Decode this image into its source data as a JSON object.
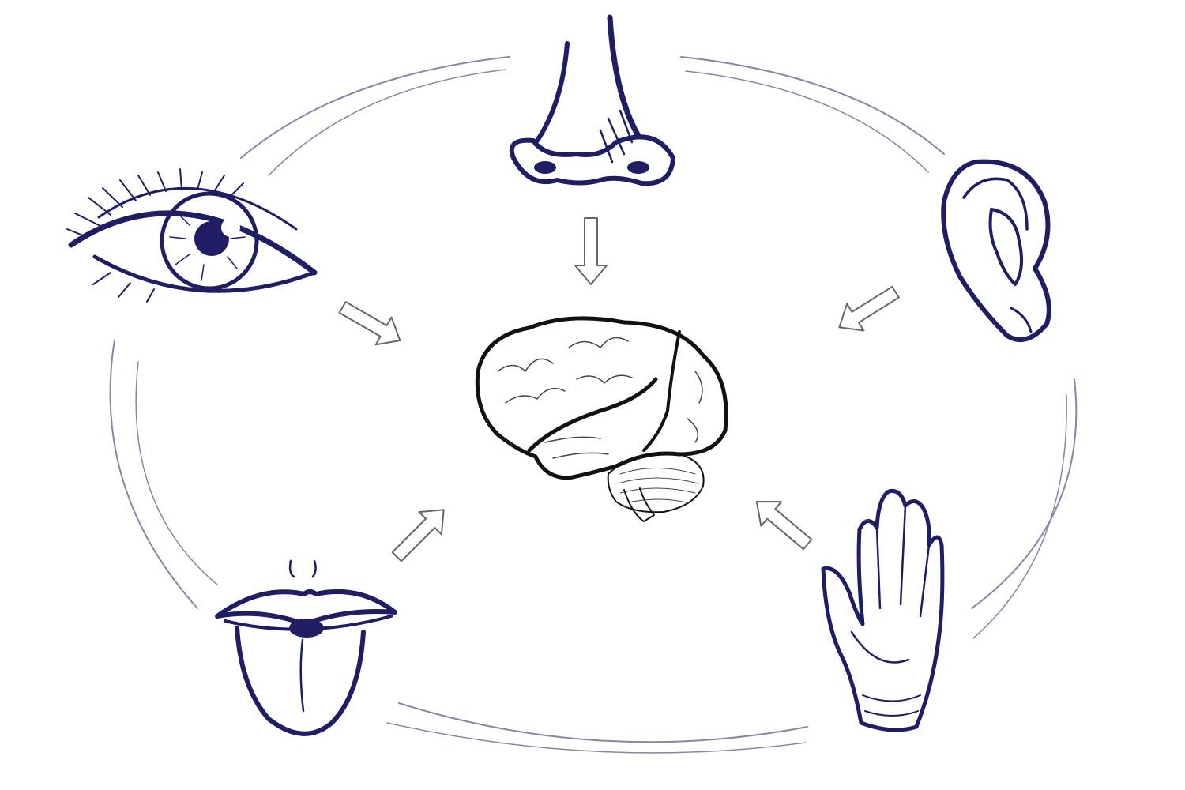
{
  "diagram": {
    "center": {
      "name": "brain"
    },
    "organs": [
      {
        "name": "eye",
        "icon": "eye-icon"
      },
      {
        "name": "nose",
        "icon": "nose-icon"
      },
      {
        "name": "ear",
        "icon": "ear-icon"
      },
      {
        "name": "tongue",
        "icon": "tongue-icon"
      },
      {
        "name": "hand",
        "icon": "hand-icon"
      }
    ],
    "colors": {
      "organ_ink": "#1f1d63",
      "ring_line": "#8886a6",
      "arrow_stroke": "#666666",
      "arrow_fill": "#ffffff",
      "brain_outline": "#111111",
      "brain_detail": "#444444"
    }
  }
}
